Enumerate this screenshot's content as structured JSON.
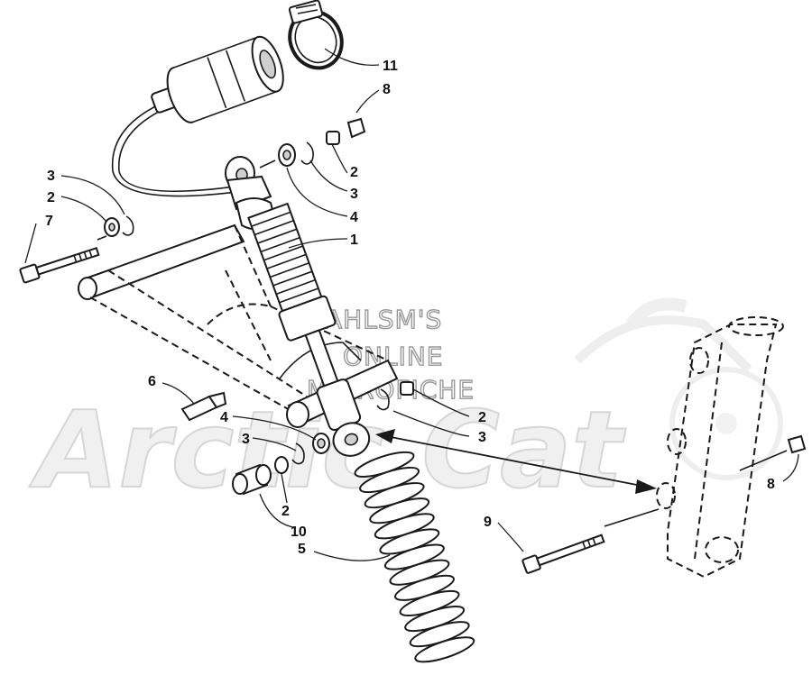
{
  "watermark": {
    "brand": "Arctic Cat",
    "line1": "AHLSM'S",
    "line2": "ONLINE",
    "line3": "MICROFICHE"
  },
  "callouts": [
    {
      "id": "c11",
      "text": "11"
    },
    {
      "id": "c8-top",
      "text": "8"
    },
    {
      "id": "c2-top-right",
      "text": "2"
    },
    {
      "id": "c3-top-right",
      "text": "3"
    },
    {
      "id": "c4-top",
      "text": "4"
    },
    {
      "id": "c1",
      "text": "1"
    },
    {
      "id": "c3-left",
      "text": "3"
    },
    {
      "id": "c2-left",
      "text": "2"
    },
    {
      "id": "c7",
      "text": "7"
    },
    {
      "id": "c6",
      "text": "6"
    },
    {
      "id": "c4-mid",
      "text": "4"
    },
    {
      "id": "c3-mid",
      "text": "3"
    },
    {
      "id": "c2-mid-right",
      "text": "2"
    },
    {
      "id": "c3-mid-right",
      "text": "3"
    },
    {
      "id": "c2-bottom",
      "text": "2"
    },
    {
      "id": "c10",
      "text": "10"
    },
    {
      "id": "c5",
      "text": "5"
    },
    {
      "id": "c9",
      "text": "9"
    },
    {
      "id": "c8-right",
      "text": "8"
    }
  ]
}
